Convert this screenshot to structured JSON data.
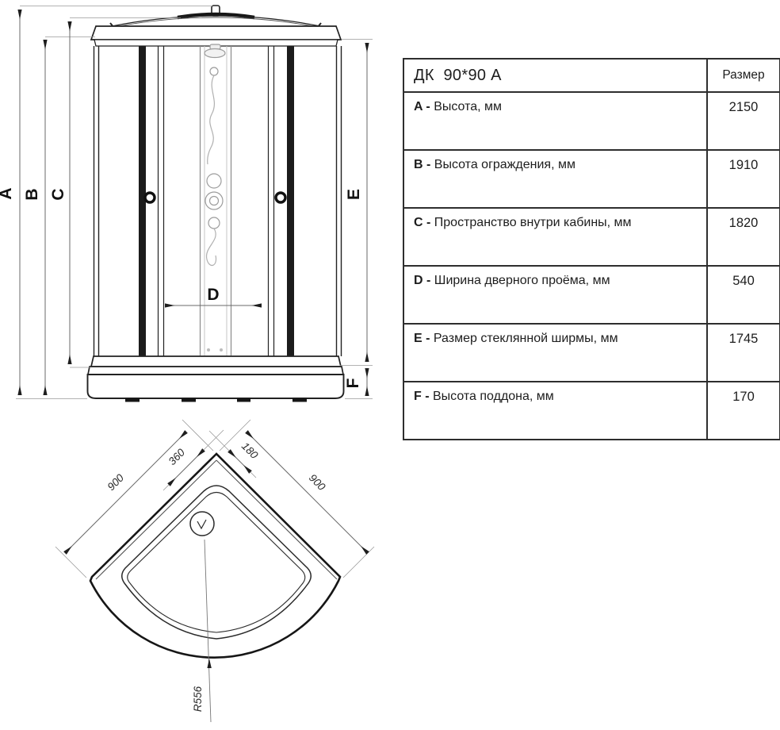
{
  "table": {
    "title": "ДК  90*90 А",
    "size_header": "Размер",
    "rows": [
      {
        "key_label": "A - ",
        "desc": "Высота, мм",
        "value": "2150"
      },
      {
        "key_label": "B - ",
        "desc": "Высота ограждения, мм",
        "value": "1910"
      },
      {
        "key_label": "C - ",
        "desc": "Пространство внутри кабины, мм",
        "value": "1820"
      },
      {
        "key_label": "D - ",
        "desc": "Ширина дверного проёма, мм",
        "value": "540"
      },
      {
        "key_label": "E - ",
        "desc": "Размер стеклянной ширмы, мм",
        "value": "1745"
      },
      {
        "key_label": "F - ",
        "desc": "Высота поддона, мм",
        "value": "170"
      }
    ]
  },
  "front_view": {
    "labels": {
      "a": "A",
      "b": "B",
      "c": "C",
      "d": "D",
      "e": "E",
      "f": "F"
    }
  },
  "plan_view": {
    "left_side": "900",
    "right_side": "900",
    "left_offset": "360",
    "right_offset": "180",
    "radius": "R556"
  },
  "colors": {
    "outline": "#1a1a1a",
    "dim_line": "#6a6a6a",
    "table_border": "#2e2e2e",
    "text": "#1d1d1d",
    "detail_gray": "#a0a0a0"
  }
}
